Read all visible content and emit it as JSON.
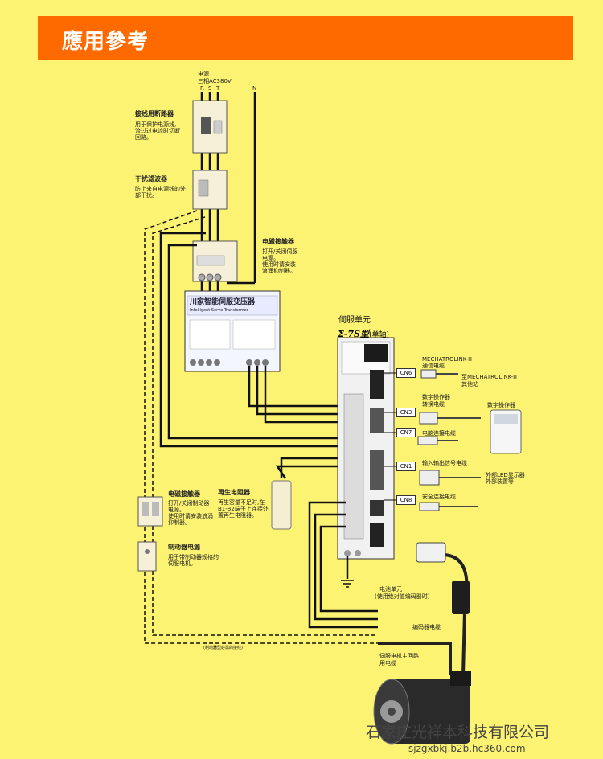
{
  "header": {
    "title": "應用參考"
  },
  "power": {
    "label": "电源",
    "phase": "三相AC380V",
    "r": "R",
    "s": "S",
    "t": "T",
    "n": "N"
  },
  "breaker": {
    "title": "接线用断路器",
    "desc1": "用于保护电源线,",
    "desc2": "流过过电流时切断",
    "desc3": "回路。"
  },
  "noise_filter": {
    "title": "干扰滤波器",
    "desc1": "防止来自电源线的外",
    "desc2": "部干扰。"
  },
  "contactor": {
    "title": "电磁接触器",
    "desc1": "打开/关闭伺服",
    "desc2": "电源。",
    "desc3": "使用时请安装",
    "desc4": "浪涌抑制器。"
  },
  "transformer": {
    "title": "川家智能伺服变压器",
    "subtitle": "Intelligent Servo Transformer"
  },
  "servo_unit": {
    "title": "伺服单元",
    "model": "Σ-7S型",
    "model_suffix": "(单轴)"
  },
  "connectors": {
    "cn6": "CN6",
    "cn3": "CN3",
    "cn7": "CN7",
    "cn1": "CN1",
    "cn8": "CN8"
  },
  "mechatrolink": {
    "line1": "MECHATROLINK-Ⅲ",
    "line2": "通信电缆",
    "to_line1": "至MECHATROLINK-Ⅲ",
    "to_line2": "其他站"
  },
  "digital_operator": {
    "cable1": "数字操作器",
    "cable2": "转换电缆",
    "device": "数字操作器"
  },
  "pc_cable": "电脑连接电缆",
  "io_cable": {
    "title": "输入输出信号电缆",
    "ext1": "外部LED显示器",
    "ext2": "外部装置等"
  },
  "safety_cable": "安全连接电缆",
  "brake_contactor": {
    "title": "电磁接触器",
    "desc1": "打开/关闭制动器",
    "desc2": "电源。",
    "desc3": "使用时请安装浪涌",
    "desc4": "抑制器。"
  },
  "regen_resistor": {
    "title": "再生电阻器",
    "desc1": "再生容量不足时,在",
    "desc2": "B1-B2端子上连接外",
    "desc3": "置再生电阻器。"
  },
  "brake_power": {
    "title": "制动器电源",
    "desc1": "用于带制动器规格的",
    "desc2": "伺服电机。"
  },
  "battery": {
    "title": "电池单元",
    "desc": "(使用绝对值编码器时)"
  },
  "encoder_cable": "编码器电缆",
  "motor_cable": {
    "line1": "伺服电机主回路",
    "line2": "用电缆"
  },
  "brake_note": "(制动器型必需的接线)",
  "watermark": {
    "company": "石家庄光祥本科技有限公司",
    "url": "sjzgxbkj.b2b.hc360.com"
  },
  "colors": {
    "background": "#fdf373",
    "header": "#ff6a00",
    "wire": "#111111"
  }
}
